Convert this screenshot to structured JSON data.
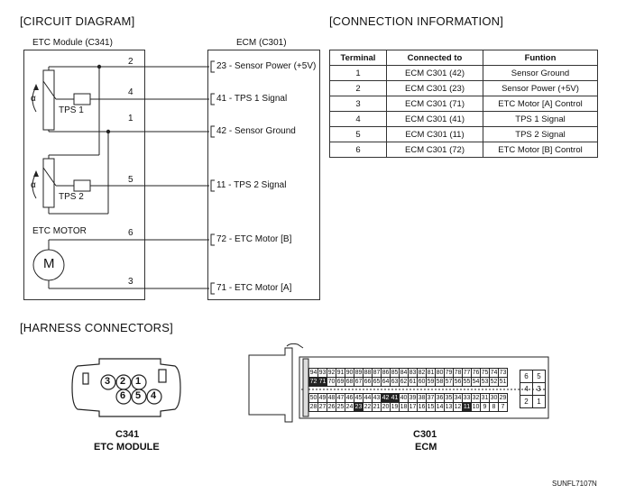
{
  "titles": {
    "circuit": "[CIRCUIT DIAGRAM]",
    "connection": "[CONNECTION INFORMATION]",
    "harness": "[HARNESS CONNECTORS]"
  },
  "etc_module": {
    "title": "ETC Module (C341)",
    "tps1": "TPS 1",
    "tps2": "TPS 2",
    "alpha": "α",
    "motor_title": "ETC MOTOR",
    "motor_symbol": "M"
  },
  "ecm": {
    "title": "ECM (C301)"
  },
  "wires": [
    {
      "num": "2",
      "label": "23 - Sensor Power (+5V)"
    },
    {
      "num": "4",
      "label": "41 - TPS 1 Signal"
    },
    {
      "num": "1",
      "label": "42 - Sensor Ground"
    },
    {
      "num": "5",
      "label": "11 - TPS 2 Signal"
    },
    {
      "num": "6",
      "label": "72 - ETC Motor [B]"
    },
    {
      "num": "3",
      "label": "71 - ETC Motor [A]"
    }
  ],
  "connection_table": {
    "headers": [
      "Terminal",
      "Connected to",
      "Funtion"
    ],
    "rows": [
      [
        "1",
        "ECM C301 (42)",
        "Sensor Ground"
      ],
      [
        "2",
        "ECM C301 (23)",
        "Sensor Power (+5V)"
      ],
      [
        "3",
        "ECM C301 (71)",
        "ETC Motor [A] Control"
      ],
      [
        "4",
        "ECM C301 (41)",
        "TPS 1 Signal"
      ],
      [
        "5",
        "ECM C301 (11)",
        "TPS 2 Signal"
      ],
      [
        "6",
        "ECM C301 (72)",
        "ETC Motor [B] Control"
      ]
    ]
  },
  "c341": {
    "pins_top": [
      "3",
      "2",
      "1"
    ],
    "pins_bottom": [
      "6",
      "5",
      "4"
    ],
    "name": "C341",
    "caption": "ETC MODULE"
  },
  "c301": {
    "rows": [
      [
        "94",
        "93",
        "92",
        "91",
        "90",
        "89",
        "88",
        "87",
        "86",
        "85",
        "84",
        "83",
        "82",
        "81",
        "80",
        "79",
        "78",
        "77",
        "76",
        "75",
        "74",
        "73"
      ],
      [
        "72",
        "71",
        "70",
        "69",
        "68",
        "67",
        "66",
        "65",
        "64",
        "63",
        "62",
        "61",
        "60",
        "59",
        "58",
        "57",
        "56",
        "55",
        "54",
        "53",
        "52",
        "51"
      ],
      [
        "50",
        "49",
        "48",
        "47",
        "46",
        "45",
        "44",
        "43",
        "42",
        "41",
        "40",
        "39",
        "38",
        "37",
        "36",
        "35",
        "34",
        "33",
        "32",
        "31",
        "30",
        "29"
      ],
      [
        "28",
        "27",
        "26",
        "25",
        "24",
        "23",
        "22",
        "21",
        "20",
        "19",
        "18",
        "17",
        "16",
        "15",
        "14",
        "13",
        "12",
        "11",
        "10",
        "9",
        "8",
        "7"
      ]
    ],
    "side": [
      [
        "6",
        "5"
      ],
      [
        "4",
        "3"
      ],
      [
        "2",
        "1"
      ]
    ],
    "highlighted": [
      "72",
      "71",
      "42",
      "41",
      "23",
      "11"
    ],
    "name": "C301",
    "caption": "ECM"
  },
  "footer_code": "SUNFL7107N"
}
